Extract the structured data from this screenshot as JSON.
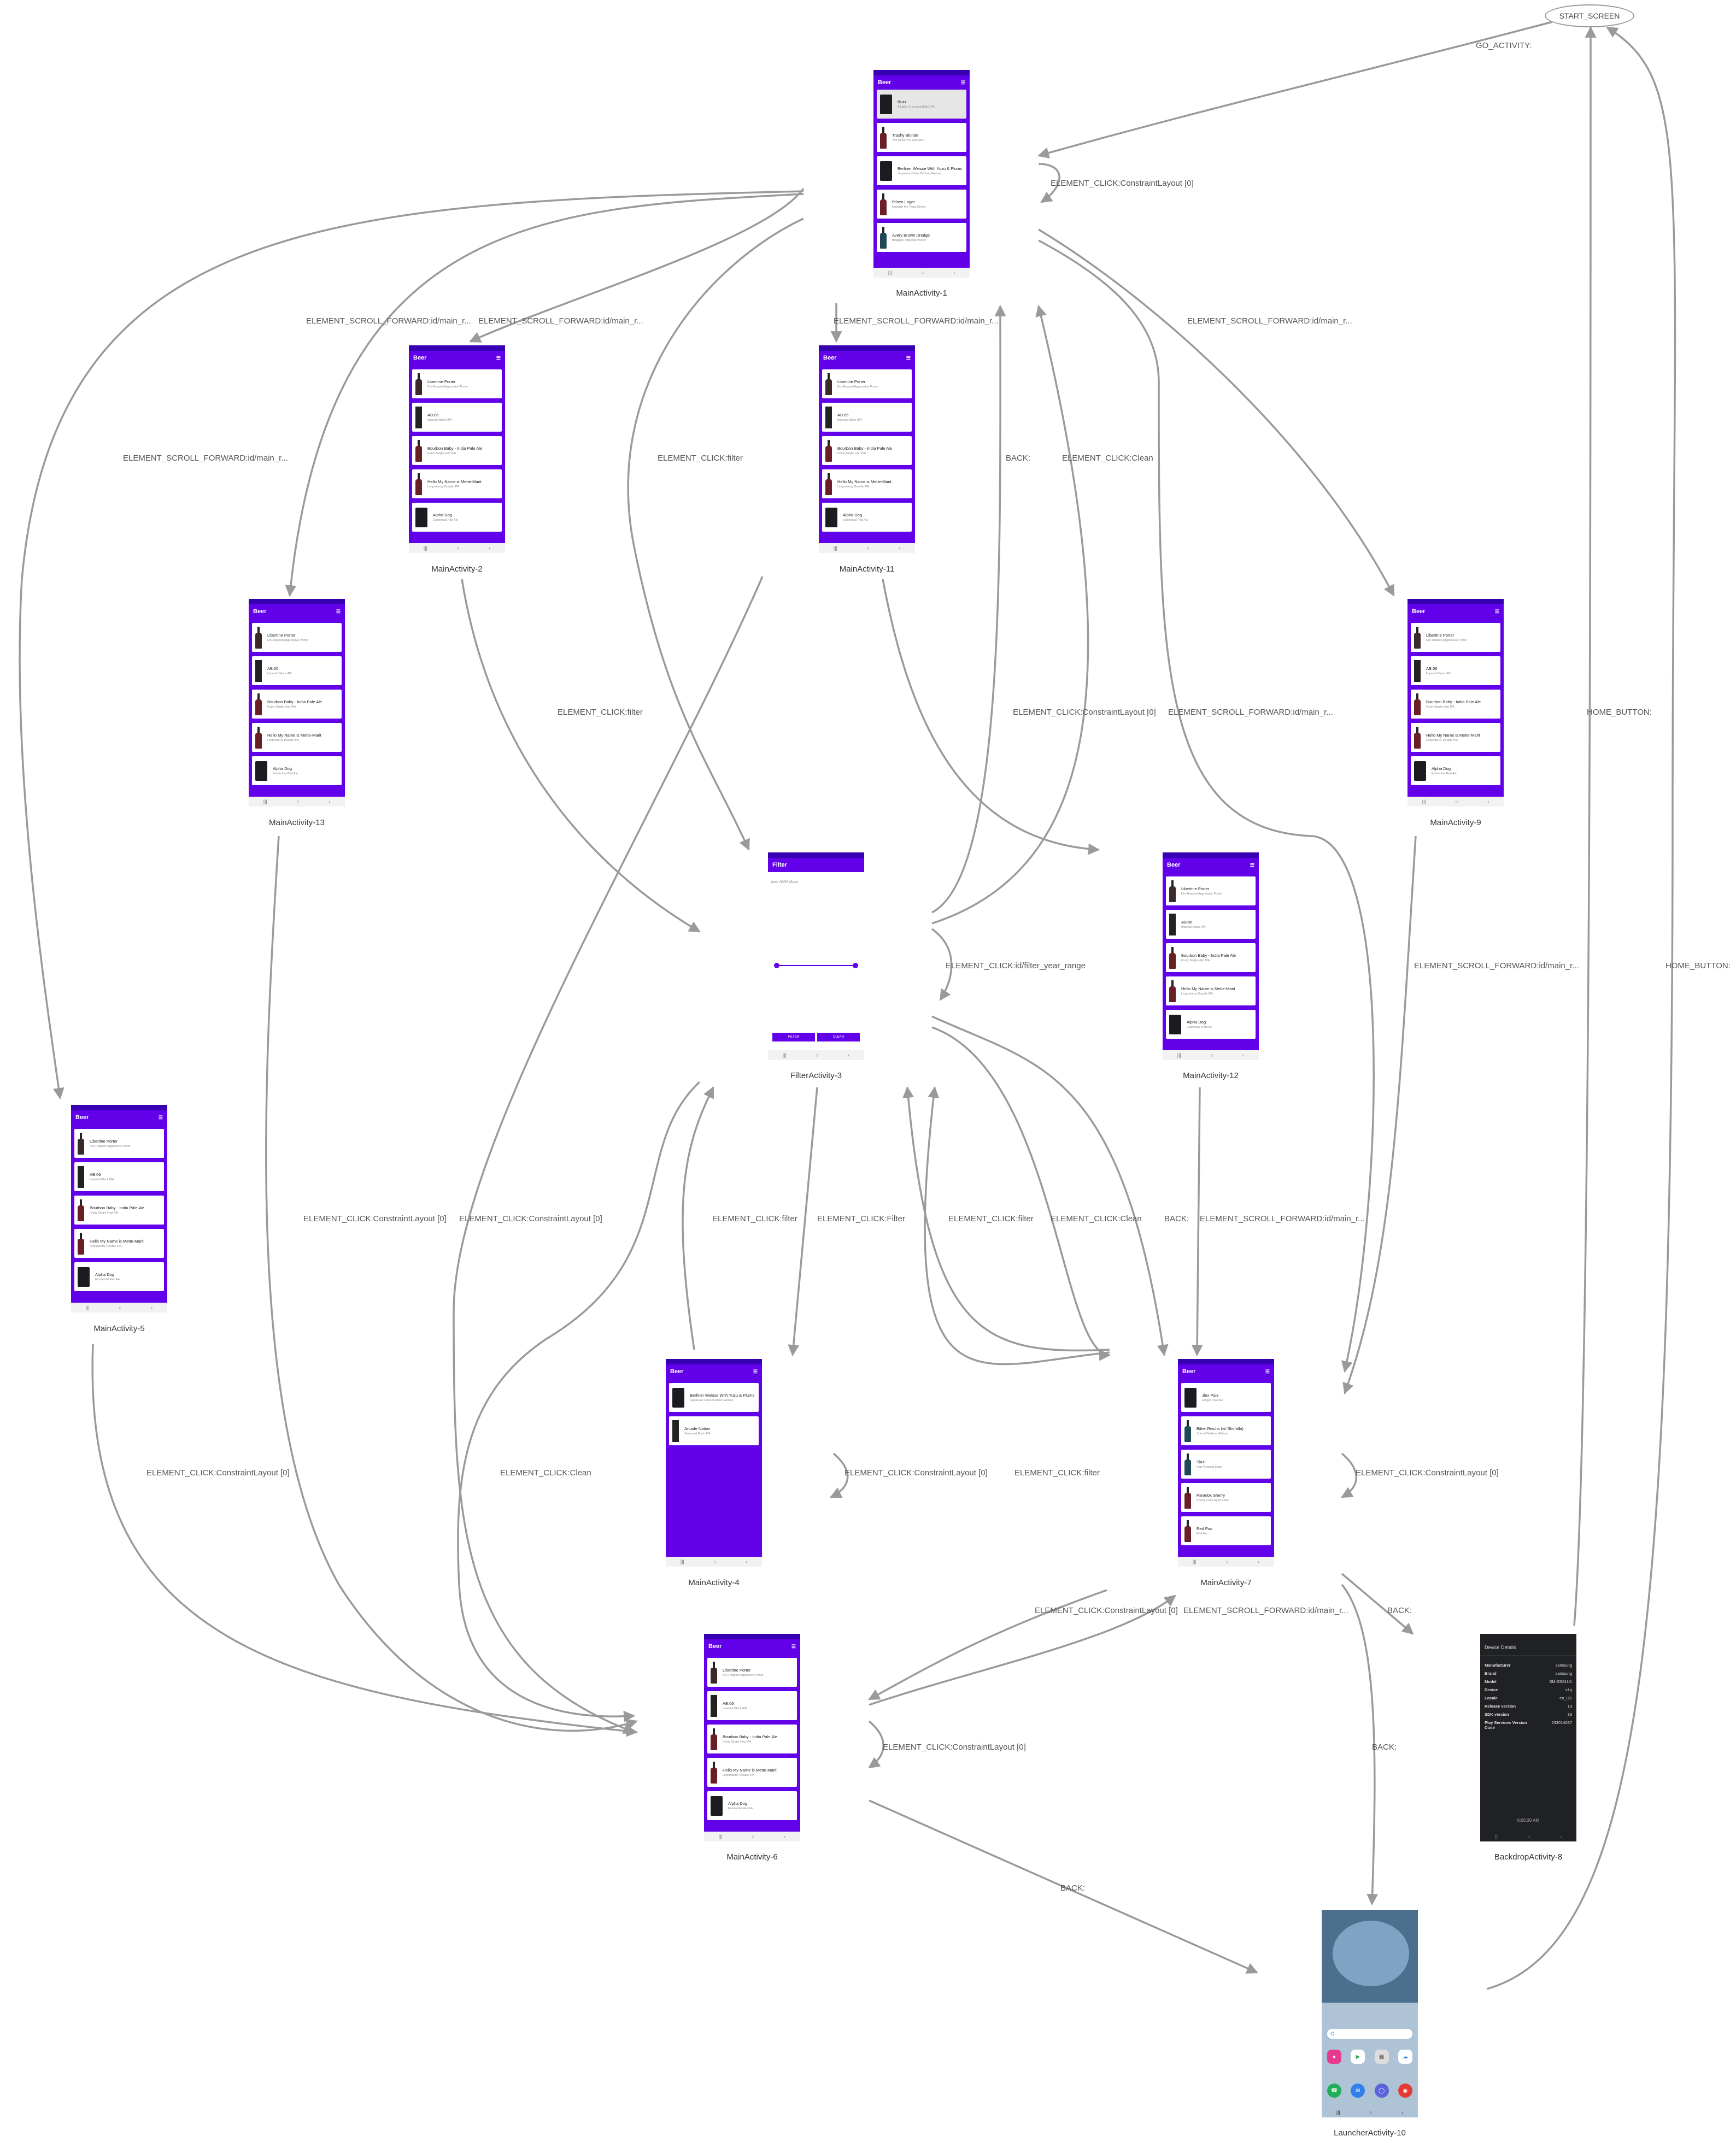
{
  "start": {
    "label": "START_SCREEN"
  },
  "nodes": {
    "n1": "MainActivity-1",
    "n2": "MainActivity-2",
    "n3": "FilterActivity-3",
    "n4": "MainActivity-4",
    "n5": "MainActivity-5",
    "n6": "MainActivity-6",
    "n7": "MainActivity-7",
    "n8": "BackdropActivity-8",
    "n9": "MainActivity-9",
    "n10": "LauncherActivity-10",
    "n11": "MainActivity-11",
    "n12": "MainActivity-12",
    "n13": "MainActivity-13"
  },
  "edges": {
    "go": "GO_ACTIVITY:",
    "click_cl": "ELEMENT_CLICK:ConstraintLayout [0]",
    "scroll_main": "ELEMENT_SCROLL_FORWARD:id/main_r...",
    "click_filter": "ELEMENT_CLICK:filter",
    "back": "BACK:",
    "click_clean": "ELEMENT_CLICK:Clean",
    "click_year": "ELEMENT_CLICK:id/filter_year_range",
    "click_filter_btn": "ELEMENT_CLICK:Filter",
    "home": "HOME_BUTTON:"
  },
  "app": {
    "title": "Beer",
    "filter_title": "Filter",
    "filter_hint": "Item VIBRE (Beer)",
    "filter_btn": "FILTER",
    "clean_btn": "CLEAN"
  },
  "beers_home": [
    {
      "name": "Buzz",
      "sub": "A Light, Crisp and Bitter IPA"
    },
    {
      "name": "Trashy Blonde",
      "sub": "You Know You Shouldn't"
    },
    {
      "name": "Berliner Weisse With Yuzu & Plums",
      "sub": "Japanese Citrus Berliner Weisse"
    },
    {
      "name": "Pilsen Lager",
      "sub": "Unleash the Yeast Series"
    },
    {
      "name": "Avery Brown Dredge",
      "sub": "Bloggers' Imperial Pilsner"
    }
  ],
  "beers_scrolled": [
    {
      "name": "Libertine Porter",
      "sub": "Dry-Hopped Aggressive Porter"
    },
    {
      "name": "AB:06",
      "sub": "Imperial Black IPA"
    },
    {
      "name": "Bourbon Baby - India Pale Ale",
      "sub": "Fruity Single Hop IPA"
    },
    {
      "name": "Hello My Name is Mette-Marit",
      "sub": "Lingonberry Double IPA"
    },
    {
      "name": "Alpha Dog",
      "sub": "Existential Red Ale"
    }
  ],
  "beers_filtered": [
    {
      "name": "Berliner Weisse With Yuzu & Plums",
      "sub": "Japanese Citrus Berliner Weisse"
    },
    {
      "name": "Arcade Nation",
      "sub": "Seasonal Black IPA"
    }
  ],
  "beers_7": [
    {
      "name": "Jinx Pale",
      "sub": "Ginger Pale Ale"
    },
    {
      "name": "Bitter Reichs (w/ Skirfalla)",
      "sub": "Spiced Berliner Weisse"
    },
    {
      "name": "Skull",
      "sub": "Hop-Forward Lager"
    },
    {
      "name": "Paradox Sherry",
      "sub": "Sherry Cask Aged Stout"
    },
    {
      "name": "Red Fox",
      "sub": "Red Ale"
    }
  ],
  "device": {
    "title": "Device Details",
    "rows": [
      {
        "k": "Manufacturer",
        "v": "samsung"
      },
      {
        "k": "Brand",
        "v": "samsung"
      },
      {
        "k": "Model",
        "v": "SM-G981U1"
      },
      {
        "k": "Device",
        "v": "x1q"
      },
      {
        "k": "Locale",
        "v": "en_US"
      },
      {
        "k": "Release version",
        "v": "13"
      },
      {
        "k": "SDK version",
        "v": "33"
      },
      {
        "k": "Play Services Version Code",
        "v": "233014037"
      }
    ],
    "time": "6:05:30 AM"
  },
  "launcher": {
    "search_glyph": "G"
  }
}
